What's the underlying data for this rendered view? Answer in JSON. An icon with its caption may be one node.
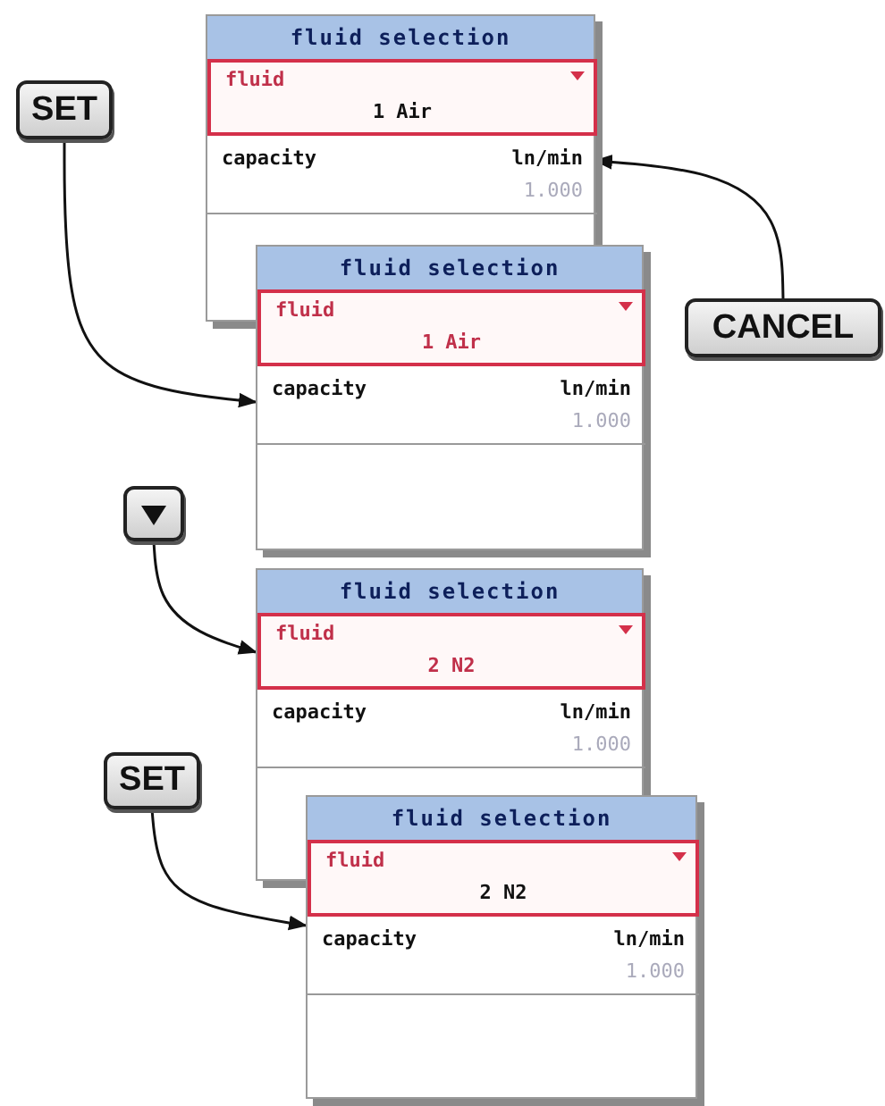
{
  "diagram": {
    "nodes": [
      {
        "text": [
          "SET"
        ]
      },
      {
        "text": [
          "fluid selection"
        ]
      },
      {
        "text": [
          "fluid",
          "1 Air"
        ],
        "in": 1
      },
      {
        "text": [
          "capacity",
          "ln/min",
          "1.000"
        ],
        "in": 1
      },
      {
        "text": [
          "CANCEL"
        ]
      },
      {
        "text": [
          "fluid selection"
        ]
      },
      {
        "text": [
          "fluid",
          "1 Air"
        ],
        "in": 5
      },
      {
        "text": [
          "capacity",
          "ln/min",
          "1.000"
        ],
        "in": 5
      },
      {
        "text": [],
        "shape": "box"
      },
      {
        "text": [
          "fluid selection"
        ]
      },
      {
        "text": [
          "fluid",
          "2 N2"
        ],
        "in": 9
      },
      {
        "text": [
          "capacity",
          "ln/min",
          "1.000"
        ],
        "in": 9
      },
      {
        "text": [
          "SET"
        ]
      },
      {
        "text": [
          "fluid selection"
        ]
      },
      {
        "text": [
          "fluid",
          "2 N2"
        ],
        "in": 13
      },
      {
        "text": [
          "capacity",
          "ln/min",
          "1.000"
        ],
        "in": 13
      }
    ],
    "edges": [
      {
        "from": 0,
        "to": 5,
        "arrow": "to"
      },
      {
        "from": 4,
        "to": 1,
        "arrow": "to"
      },
      {
        "from": 8,
        "to": 9,
        "arrow": "to"
      },
      {
        "from": 12,
        "to": 13,
        "arrow": "to"
      }
    ]
  }
}
